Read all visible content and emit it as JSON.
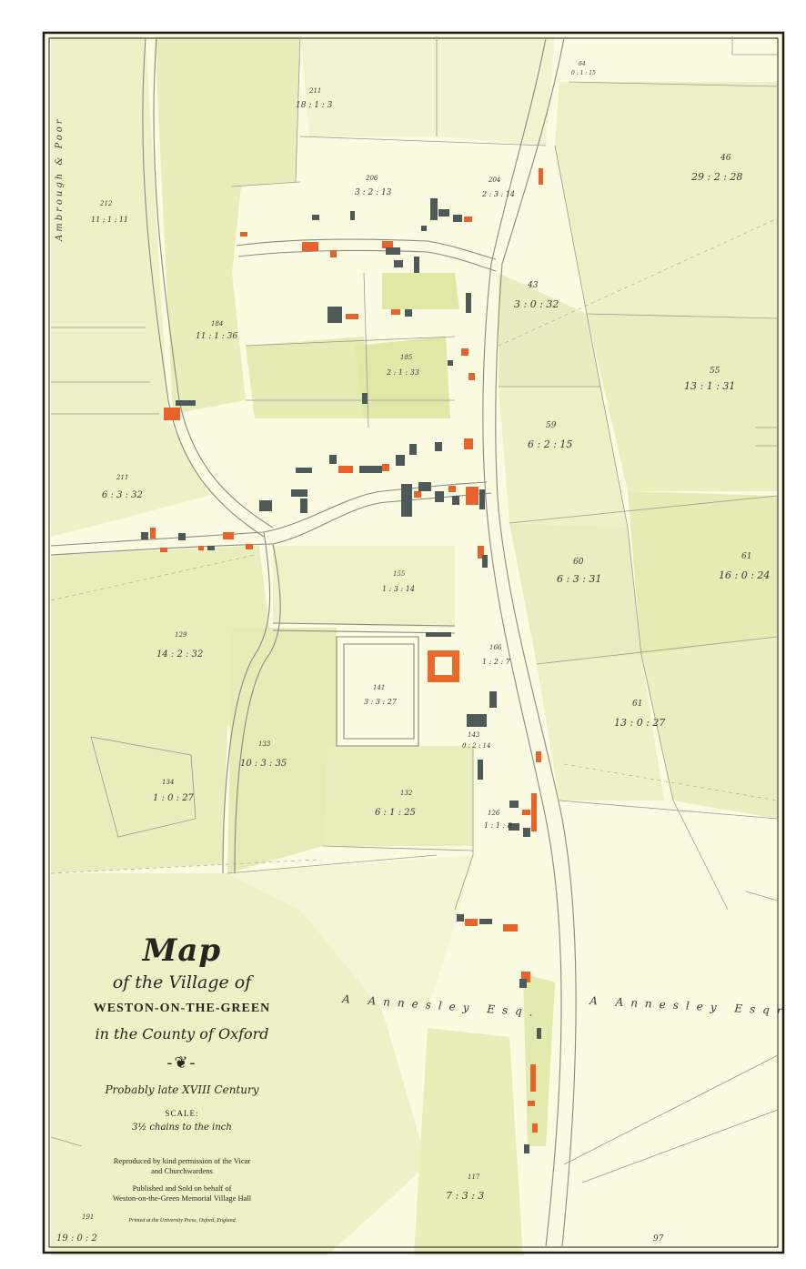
{
  "title": {
    "map": "Map",
    "of_the_village": "of the Village of",
    "village_name": "WESTON-ON-THE-GREEN",
    "county": "in the County of Oxford",
    "ornament": "-❦-",
    "century": "Probably late XVIII Century",
    "scale_label": "SCALE:",
    "scale": "3½ chains to the inch"
  },
  "credits": {
    "line1": "Reproduced by kind permission of the Vicar",
    "line2": "and Churchwardens",
    "line3": "Published and Sold on behalf of",
    "line4": "Weston-on-the-Green Memorial Village Hall",
    "printed": "Printed at the University Press, Oxford, England"
  },
  "map_labels": {
    "road_side": "Ambrough & Poor",
    "annesley_left": "A Annesley Esq.",
    "annesley_right": "A Annesley Esqr",
    "plots": [
      {
        "num": "46",
        "area": "29 : 2 : 28"
      },
      {
        "num": "43",
        "area": "3 : 0 : 32"
      },
      {
        "num": "55",
        "area": "13 : 1 : 31"
      },
      {
        "num": "59",
        "area": "6 : 2 : 15"
      },
      {
        "num": "60",
        "area": "6 : 3 : 31"
      },
      {
        "num": "61",
        "area": "16 : 0 : 24"
      },
      {
        "num": "61",
        "area": "13 : 0 : 27"
      },
      {
        "num": "211",
        "area": "18 : 1 : 3"
      },
      {
        "num": "212",
        "area": "11 : 1 : 11"
      },
      {
        "num": "184",
        "area": "11 : 1 : 36"
      },
      {
        "num": "211",
        "area": "6 : 3 : 32"
      },
      {
        "num": "129",
        "area": "14 : 2 : 32"
      },
      {
        "num": "133",
        "area": "10 : 3 : 35"
      },
      {
        "num": "134",
        "area": "1 : 0 : 27"
      },
      {
        "num": "132",
        "area": "6 : 1 : 25"
      },
      {
        "num": "117",
        "area": "7 : 3 : 3"
      },
      {
        "num": "191",
        "area": "19 : 0 : 2"
      },
      {
        "num": "206",
        "area": "3 : 2 : 13"
      },
      {
        "num": "204",
        "area": "2 : 3 : 14"
      },
      {
        "num": "141",
        "area": "3 : 3 : 27"
      },
      {
        "num": "166",
        "area": "1 : 2 : 7"
      },
      {
        "num": "143",
        "area": "0 : 2 : 14"
      },
      {
        "num": "126",
        "area": "1 : 1 : 8"
      },
      {
        "num": "185",
        "area": "2 : 1 : 33"
      },
      {
        "num": "155",
        "area": "1 : 3 : 14"
      },
      {
        "num": "64",
        "area": "0 : 1 : 15"
      },
      {
        "num": "97",
        "area": ""
      }
    ]
  },
  "colors": {
    "paper": "#fbfbe2",
    "field": "#eef1c6",
    "field_dark": "#e2e9ad",
    "building_red": "#e8632c",
    "building_grey": "#4d5a57",
    "ink": "#2b2320",
    "border": "#1c1c1c"
  }
}
